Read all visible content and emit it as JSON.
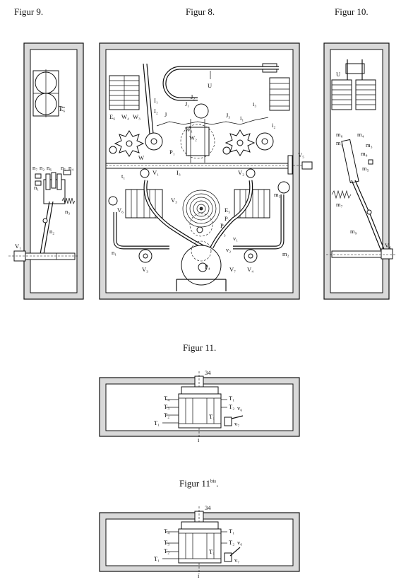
{
  "captions": {
    "fig9": "Figur 9.",
    "fig8": "Figur 8.",
    "fig10": "Figur 10.",
    "fig11": "Figur 11.",
    "fig11bis_main": "Figur 11",
    "fig11bis_sup": "bis",
    "fig11bis_dot": "."
  },
  "fig9": {
    "labels": {
      "E": "E₆",
      "n7": "n₇",
      "n2a": "n₂",
      "n6": "n₆",
      "n5": "n₅",
      "n3": "n₃",
      "n2b": "n₂",
      "V1": "V₁",
      "n1": "n₁",
      "n4": "n₄"
    }
  },
  "fig8": {
    "labels": {
      "U": "U",
      "I1": "I₁",
      "I2": "I₂",
      "J1": "J₁",
      "J2": "J₂",
      "J": "J",
      "E6": "E₆",
      "W4": "W₄",
      "W3": "W₃",
      "J3": "J₃",
      "i3": "i₃",
      "i1": "i₁",
      "i2": "i₂",
      "W1": "W₁",
      "W2": "W₂",
      "W": "W",
      "P1": "P₁",
      "V5": "V₅",
      "t1": "t₁",
      "V1": "V₁",
      "I3": "I₃",
      "V2": "V₂",
      "m5": "m₅",
      "V6": "V₆",
      "E5": "E₅",
      "Pa": "P₁",
      "P2": "P₂",
      "P3": "P₃",
      "V3": "V₃",
      "v1": "v₁",
      "v2": "v₂",
      "m2": "m₂",
      "n1": "n₁",
      "V7": "V₇",
      "V4": "V₄",
      "P4": "P₄"
    }
  },
  "fig10": {
    "labels": {
      "U": "U",
      "m6": "m₆",
      "m4": "m₄",
      "m1": "m₁",
      "m3": "m₃",
      "m8": "m₈",
      "m7": "m₇",
      "m9": "m₉",
      "V6": "V₆",
      "m5": "m₅"
    }
  },
  "fig11": {
    "labels": {
      "n34": "34",
      "T4": "T₄",
      "T3": "T₃",
      "T2": "T₂",
      "T1": "T₁",
      "Ta": "T₁",
      "Tb": "T₂",
      "v6": "v₆",
      "v7": "v₇",
      "Tc": "T₁",
      "i": "i"
    }
  },
  "fig11bis": {
    "labels": {
      "n34": "34",
      "T4": "T₄",
      "T3": "T₃",
      "T2": "T₂",
      "T1": "T₁",
      "Ta": "T₁",
      "Tb": "T₂",
      "v6": "v₆",
      "v7": "v₇",
      "Tc": "T₁",
      "i": "i"
    }
  }
}
